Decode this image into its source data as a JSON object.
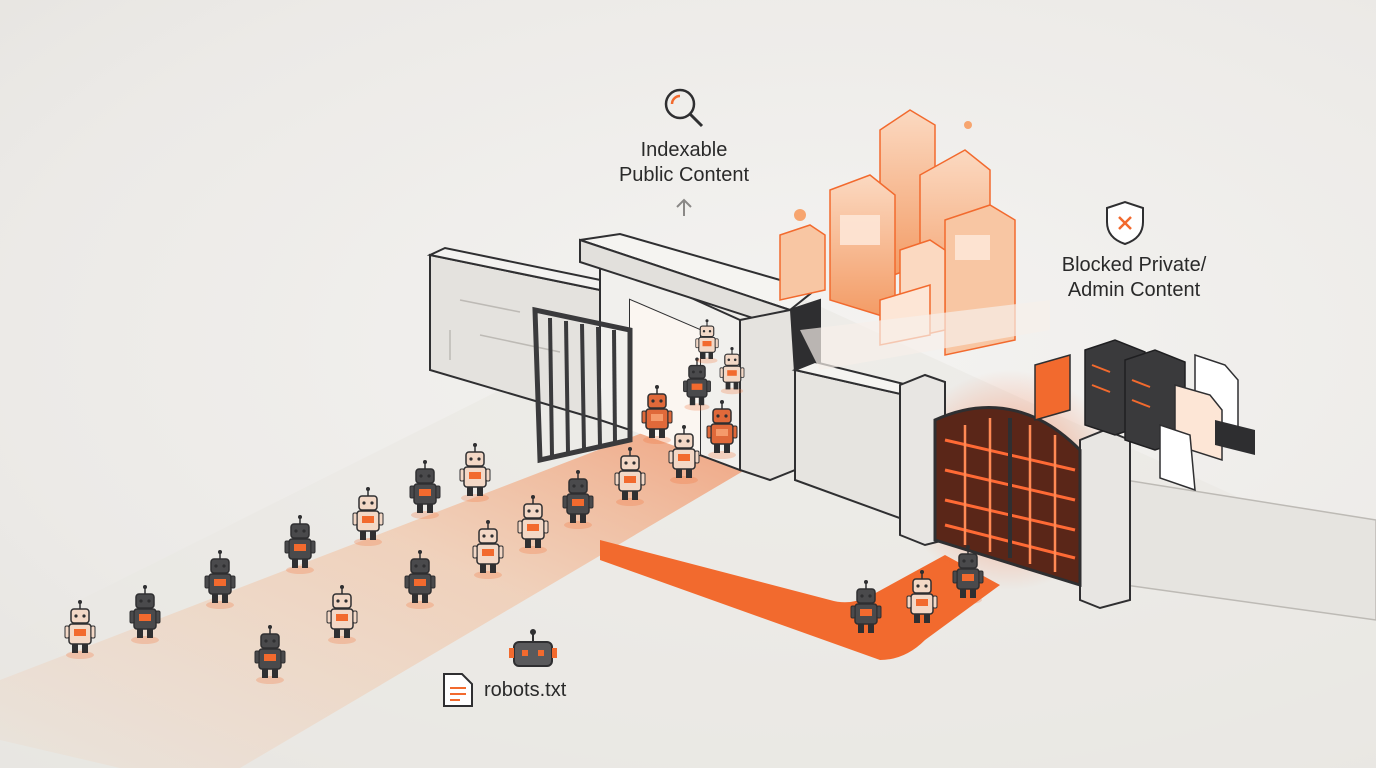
{
  "labels": {
    "public_line1": "Indexable",
    "public_line2": "Public Content",
    "blocked_line1": "Blocked Private/",
    "blocked_line2": "Admin Content",
    "robots": "robots.txt"
  },
  "icons": {
    "search": "search-icon",
    "arrow": "arrow-up-icon",
    "shield": "shield-x-icon",
    "robot": "robot-icon",
    "file": "document-icon"
  },
  "colors": {
    "accent": "#f26a2e",
    "accent_light": "#f7a56f",
    "dark": "#3a3a3c",
    "wall": "#e8e6e3",
    "background": "#efeeeb"
  }
}
